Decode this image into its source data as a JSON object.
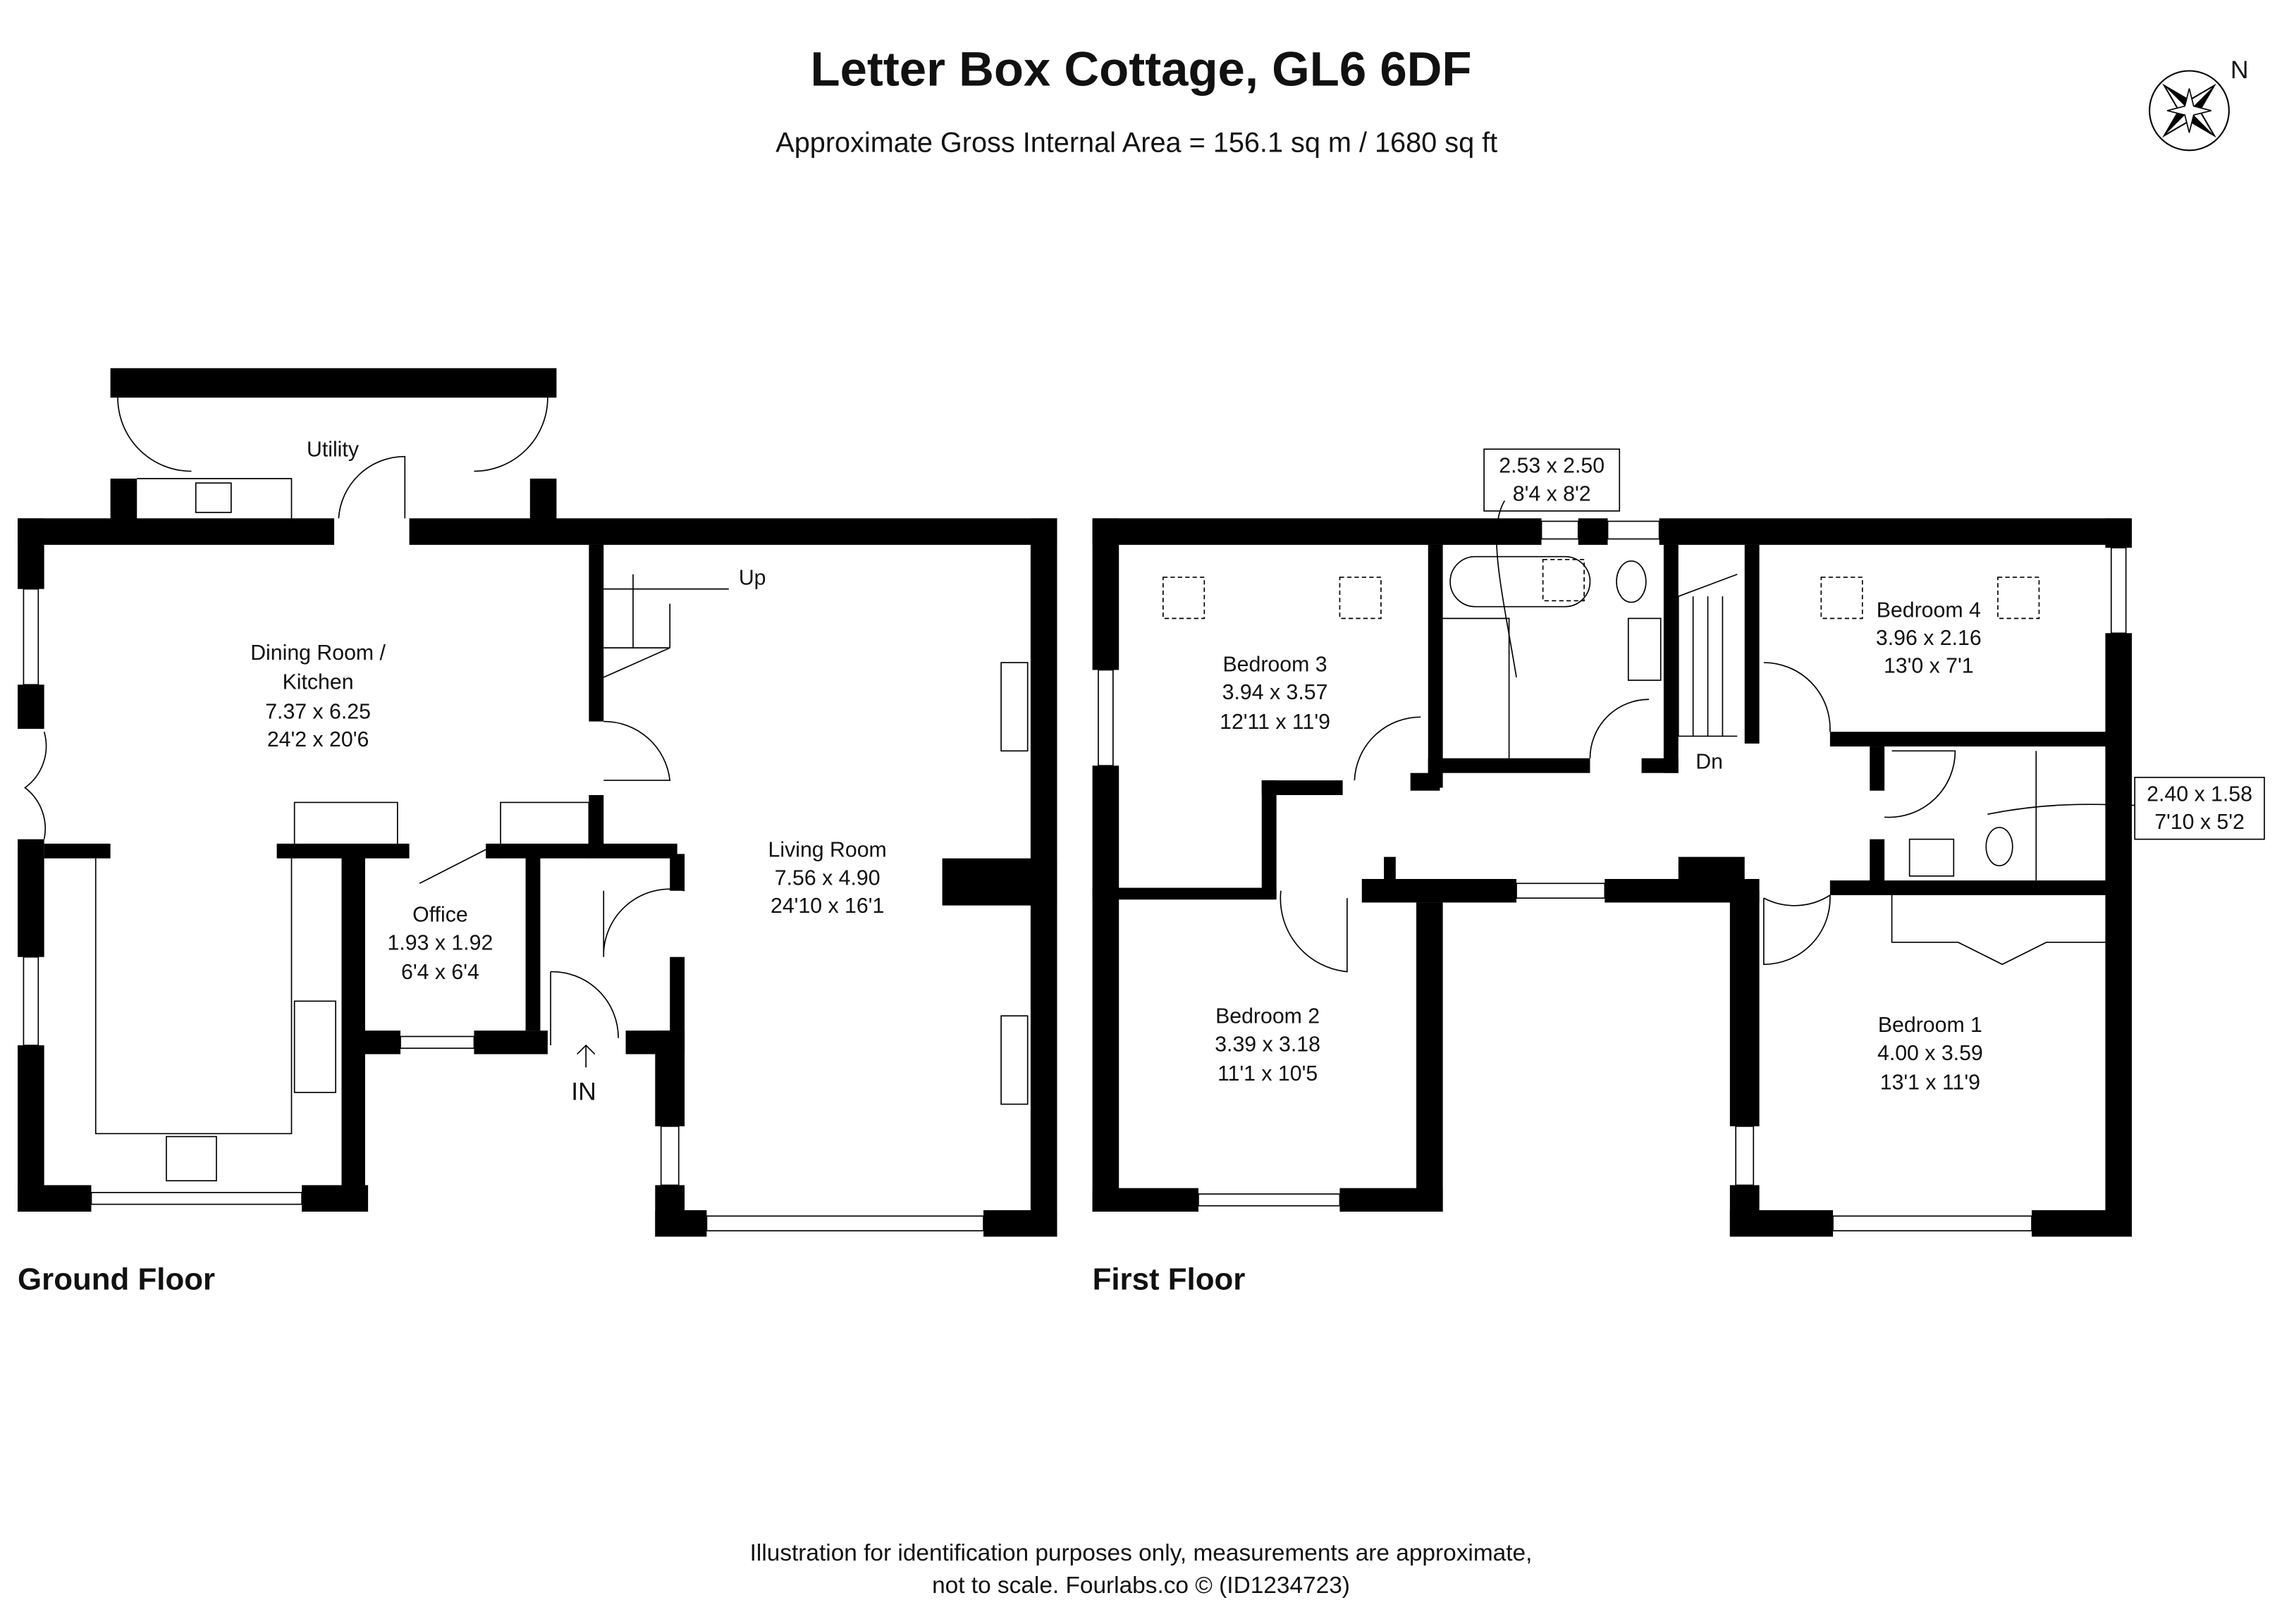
{
  "header": {
    "title": "Letter Box Cottage, GL6 6DF",
    "subtitle": "Approximate Gross Internal Area = 156.1 sq m / 1680 sq ft",
    "compass_label": "N"
  },
  "ground_floor": {
    "label": "Ground Floor",
    "rooms": {
      "utility": {
        "name": "Utility"
      },
      "dining": {
        "name_line1": "Dining Room /",
        "name_line2": "Kitchen",
        "metric": "7.37 x 6.25",
        "imperial": "24'2 x 20'6"
      },
      "office": {
        "name": "Office",
        "metric": "1.93 x 1.92",
        "imperial": "6'4 x 6'4"
      },
      "living": {
        "name": "Living Room",
        "metric": "7.56 x 4.90",
        "imperial": "24'10 x 16'1"
      }
    },
    "stairs_label": "Up",
    "entrance_label": "IN"
  },
  "first_floor": {
    "label": "First Floor",
    "rooms": {
      "bedroom3": {
        "name": "Bedroom 3",
        "metric": "3.94 x 3.57",
        "imperial": "12'11 x 11'9"
      },
      "bathroom": {
        "metric": "2.53 x 2.50",
        "imperial": "8'4 x 8'2"
      },
      "bedroom4": {
        "name": "Bedroom 4",
        "metric": "3.96 x 2.16",
        "imperial": "13'0 x 7'1"
      },
      "ensuite": {
        "metric": "2.40 x 1.58",
        "imperial": "7'10 x 5'2"
      },
      "bedroom2": {
        "name": "Bedroom 2",
        "metric": "3.39 x 3.18",
        "imperial": "11'1 x 10'5"
      },
      "bedroom1": {
        "name": "Bedroom 1",
        "metric": "4.00 x 3.59",
        "imperial": "13'1 x 11'9"
      }
    },
    "stairs_label": "Dn"
  },
  "footer": {
    "line1": "Illustration for identification purposes only, measurements are approximate,",
    "line2": "not to scale. Fourlabs.co © (ID1234723)"
  }
}
